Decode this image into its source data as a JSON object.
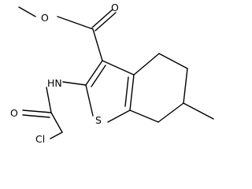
{
  "structure": {
    "atoms": {
      "ester_o_single": "O",
      "ester_o_double": "O",
      "nh": "HN",
      "sulfur": "S",
      "amide_o": "O",
      "chlorine": "Cl"
    }
  }
}
